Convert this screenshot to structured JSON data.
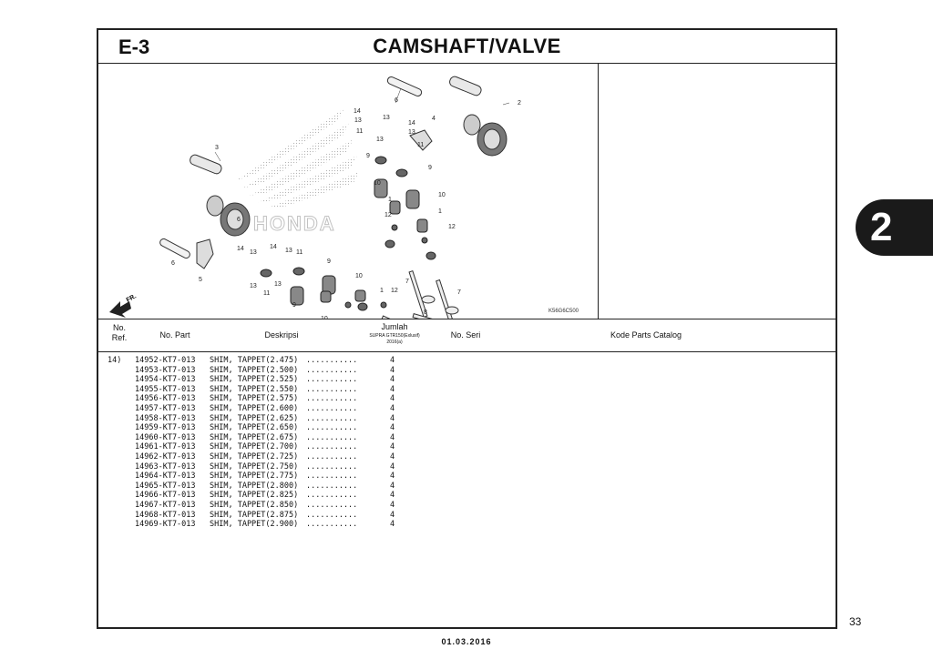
{
  "section_code": "E-3",
  "section_title": "CAMSHAFT/VALVE",
  "chapter_tab": "2",
  "page_number": "33",
  "footer_date": "01.03.2016",
  "diagram": {
    "figure_code": "K56G6C500",
    "front_marker": "FR.",
    "brand_watermark": "HONDA",
    "callouts": [
      "1",
      "2",
      "3",
      "4",
      "5",
      "6",
      "7",
      "8",
      "9",
      "10",
      "11",
      "12",
      "13",
      "14"
    ]
  },
  "table_header": {
    "no_ref": "No. Ref.",
    "no_part": "No. Part",
    "deskripsi": "Deskripsi",
    "jumlah": "Jumlah",
    "jumlah_sub1": "SUPRA GTR150(Exlusif)",
    "jumlah_sub2": "2016(a)",
    "no_seri": "No. Seri",
    "kode_parts_catalog": "Kode Parts Catalog"
  },
  "parts": [
    {
      "ref": "14)",
      "part_no": "14952-KT7-013",
      "desc": "SHIM, TAPPET(2.475)",
      "dots": "...........",
      "qty": "4"
    },
    {
      "ref": "",
      "part_no": "14953-KT7-013",
      "desc": "SHIM, TAPPET(2.500)",
      "dots": "...........",
      "qty": "4"
    },
    {
      "ref": "",
      "part_no": "14954-KT7-013",
      "desc": "SHIM, TAPPET(2.525)",
      "dots": "...........",
      "qty": "4"
    },
    {
      "ref": "",
      "part_no": "14955-KT7-013",
      "desc": "SHIM, TAPPET(2.550)",
      "dots": "...........",
      "qty": "4"
    },
    {
      "ref": "",
      "part_no": "14956-KT7-013",
      "desc": "SHIM, TAPPET(2.575)",
      "dots": "...........",
      "qty": "4"
    },
    {
      "ref": "",
      "part_no": "14957-KT7-013",
      "desc": "SHIM, TAPPET(2.600)",
      "dots": "...........",
      "qty": "4"
    },
    {
      "ref": "",
      "part_no": "14958-KT7-013",
      "desc": "SHIM, TAPPET(2.625)",
      "dots": "...........",
      "qty": "4"
    },
    {
      "ref": "",
      "part_no": "14959-KT7-013",
      "desc": "SHIM, TAPPET(2.650)",
      "dots": "...........",
      "qty": "4"
    },
    {
      "ref": "",
      "part_no": "14960-KT7-013",
      "desc": "SHIM, TAPPET(2.675)",
      "dots": "...........",
      "qty": "4"
    },
    {
      "ref": "",
      "part_no": "14961-KT7-013",
      "desc": "SHIM, TAPPET(2.700)",
      "dots": "...........",
      "qty": "4"
    },
    {
      "ref": "",
      "part_no": "14962-KT7-013",
      "desc": "SHIM, TAPPET(2.725)",
      "dots": "...........",
      "qty": "4"
    },
    {
      "ref": "",
      "part_no": "14963-KT7-013",
      "desc": "SHIM, TAPPET(2.750)",
      "dots": "...........",
      "qty": "4"
    },
    {
      "ref": "",
      "part_no": "14964-KT7-013",
      "desc": "SHIM, TAPPET(2.775)",
      "dots": "...........",
      "qty": "4"
    },
    {
      "ref": "",
      "part_no": "14965-KT7-013",
      "desc": "SHIM, TAPPET(2.800)",
      "dots": "...........",
      "qty": "4"
    },
    {
      "ref": "",
      "part_no": "14966-KT7-013",
      "desc": "SHIM, TAPPET(2.825)",
      "dots": "...........",
      "qty": "4"
    },
    {
      "ref": "",
      "part_no": "14967-KT7-013",
      "desc": "SHIM, TAPPET(2.850)",
      "dots": "...........",
      "qty": "4"
    },
    {
      "ref": "",
      "part_no": "14968-KT7-013",
      "desc": "SHIM, TAPPET(2.875)",
      "dots": "...........",
      "qty": "4"
    },
    {
      "ref": "",
      "part_no": "14969-KT7-013",
      "desc": "SHIM, TAPPET(2.900)",
      "dots": "...........",
      "qty": "4"
    }
  ]
}
